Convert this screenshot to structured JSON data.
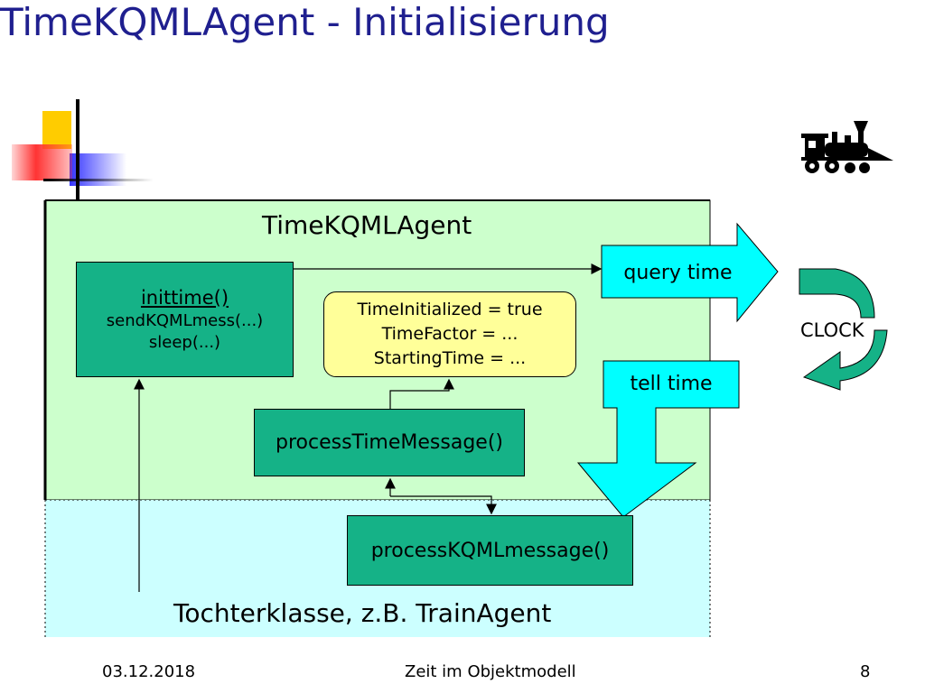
{
  "slide": {
    "title": "TimeKQMLAgent - Initialisierung",
    "train_icon": "locomotive-icon"
  },
  "diagram": {
    "agent_label": "TimeKQMLAgent",
    "subclass_label": "Tochterklasse, z.B. TrainAgent",
    "inittime_box": {
      "method": "inittime()",
      "line1": "sendKQMLmess(...)",
      "line2": "sleep(...)"
    },
    "state_box": {
      "line1": "TimeInitialized = true",
      "line2": "TimeFactor = ...",
      "line3": "StartingTime = ..."
    },
    "process_time_message": "processTimeMessage()",
    "process_kqml_message": "processKQMLmessage()",
    "query_time": "query time",
    "tell_time": "tell time",
    "clock": "CLOCK"
  },
  "footer": {
    "date": "03.12.2018",
    "center": "Zeit im Objektmodell",
    "page": "8"
  },
  "colors": {
    "title": "#1f1f8f",
    "agent_area": "#ccffcc",
    "subclass_area": "#ccffff",
    "method_box": "#15b287",
    "state_box": "#ffff99",
    "message_arrow": "#00ffff",
    "clock_arrow": "#15b287"
  }
}
